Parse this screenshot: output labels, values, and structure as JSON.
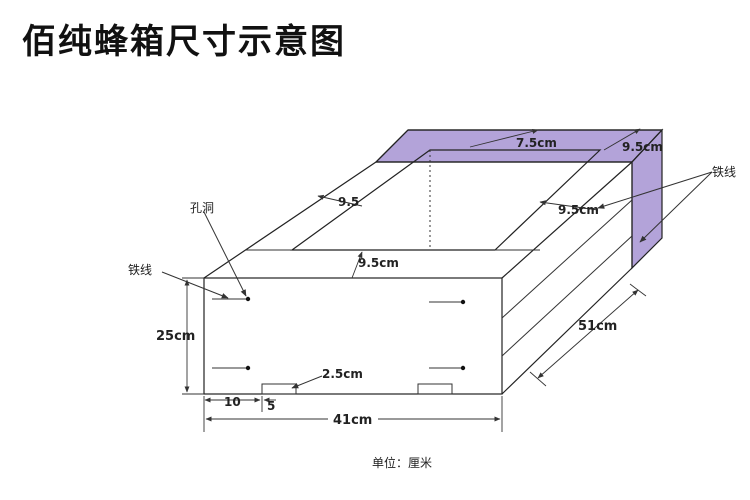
{
  "title": "佰纯蜂箱尺寸示意图",
  "colors": {
    "accent": "#b3a3d9",
    "line": "#222222"
  },
  "labels": {
    "top_width": "7.5cm",
    "top_corner": "9.5cm",
    "left_rim": "9.5",
    "right_rim": "9.5cm",
    "front_rim": "9.5cm",
    "hole": "孔洞",
    "wire_left": "铁线",
    "wire_right": "铁线",
    "height": "25cm",
    "depth": "51cm",
    "slot": "2.5cm",
    "offset_a": "10",
    "offset_b": "5",
    "width": "41cm"
  },
  "unit_note": "单位：厘米"
}
